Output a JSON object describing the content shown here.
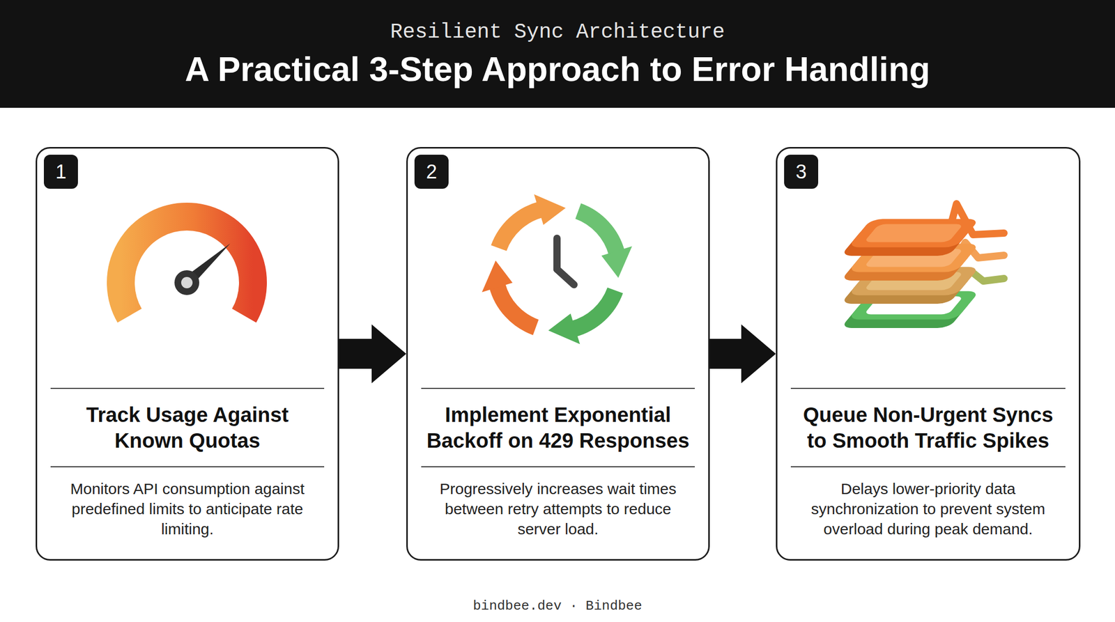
{
  "diagram": {
    "title": "A Practical 3-Step Approach to Error Handling",
    "nodes": [
      {
        "text": [
          "Track Usage Against Known Quotas",
          "Monitors API consumption against predefined limits to anticipate rate limiting."
        ]
      },
      {
        "text": [
          "1"
        ],
        "in": 0
      },
      {
        "text": [
          "Implement Exponential Backoff on 429 Responses",
          "Progressively increases wait times between retry attempts to reduce server load."
        ]
      },
      {
        "text": [
          "2"
        ],
        "in": 2
      },
      {
        "text": [
          "Queue Non-Urgent Syncs to Smooth Traffic Spikes",
          "Delays lower-priority data synchronization to prevent system overload during peak demand."
        ]
      },
      {
        "text": [
          "3"
        ],
        "in": 4
      }
    ],
    "edges": [
      {
        "from": 0,
        "to": 2,
        "arrow": "to"
      },
      {
        "from": 2,
        "to": 4,
        "arrow": "to"
      }
    ],
    "labels": [
      "Resilient Sync Architecture",
      "bindbee.dev · Bindbee"
    ]
  }
}
